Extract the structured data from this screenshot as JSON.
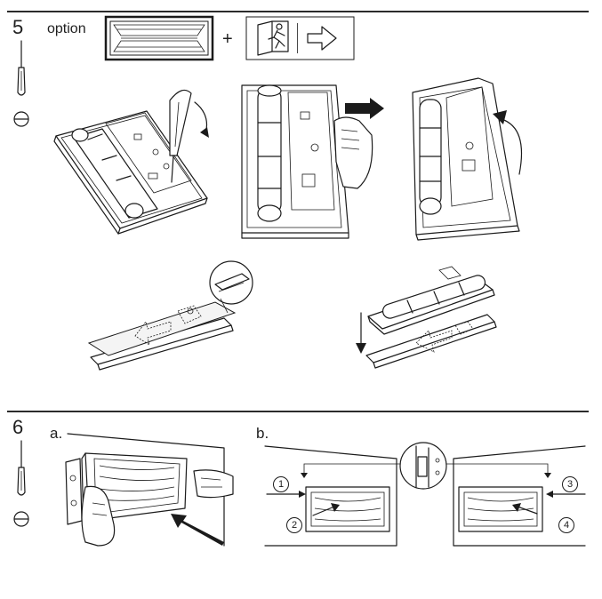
{
  "step5": {
    "number": "5",
    "option_label": "option",
    "plus_sign": "+",
    "tool_icon": "screwdriver-flat-icon",
    "exit_sign_icon": "running-man-exit-icon",
    "arrow_icon": "arrow-right-icon"
  },
  "step6": {
    "number": "6",
    "sub_a_label": "a.",
    "sub_b_label": "b.",
    "tool_icon": "screwdriver-flat-icon",
    "callouts": [
      "1",
      "2",
      "3",
      "4"
    ]
  },
  "colors": {
    "line": "#1b1b1b",
    "background": "#ffffff",
    "panel_fill": "#e9e9e9"
  }
}
